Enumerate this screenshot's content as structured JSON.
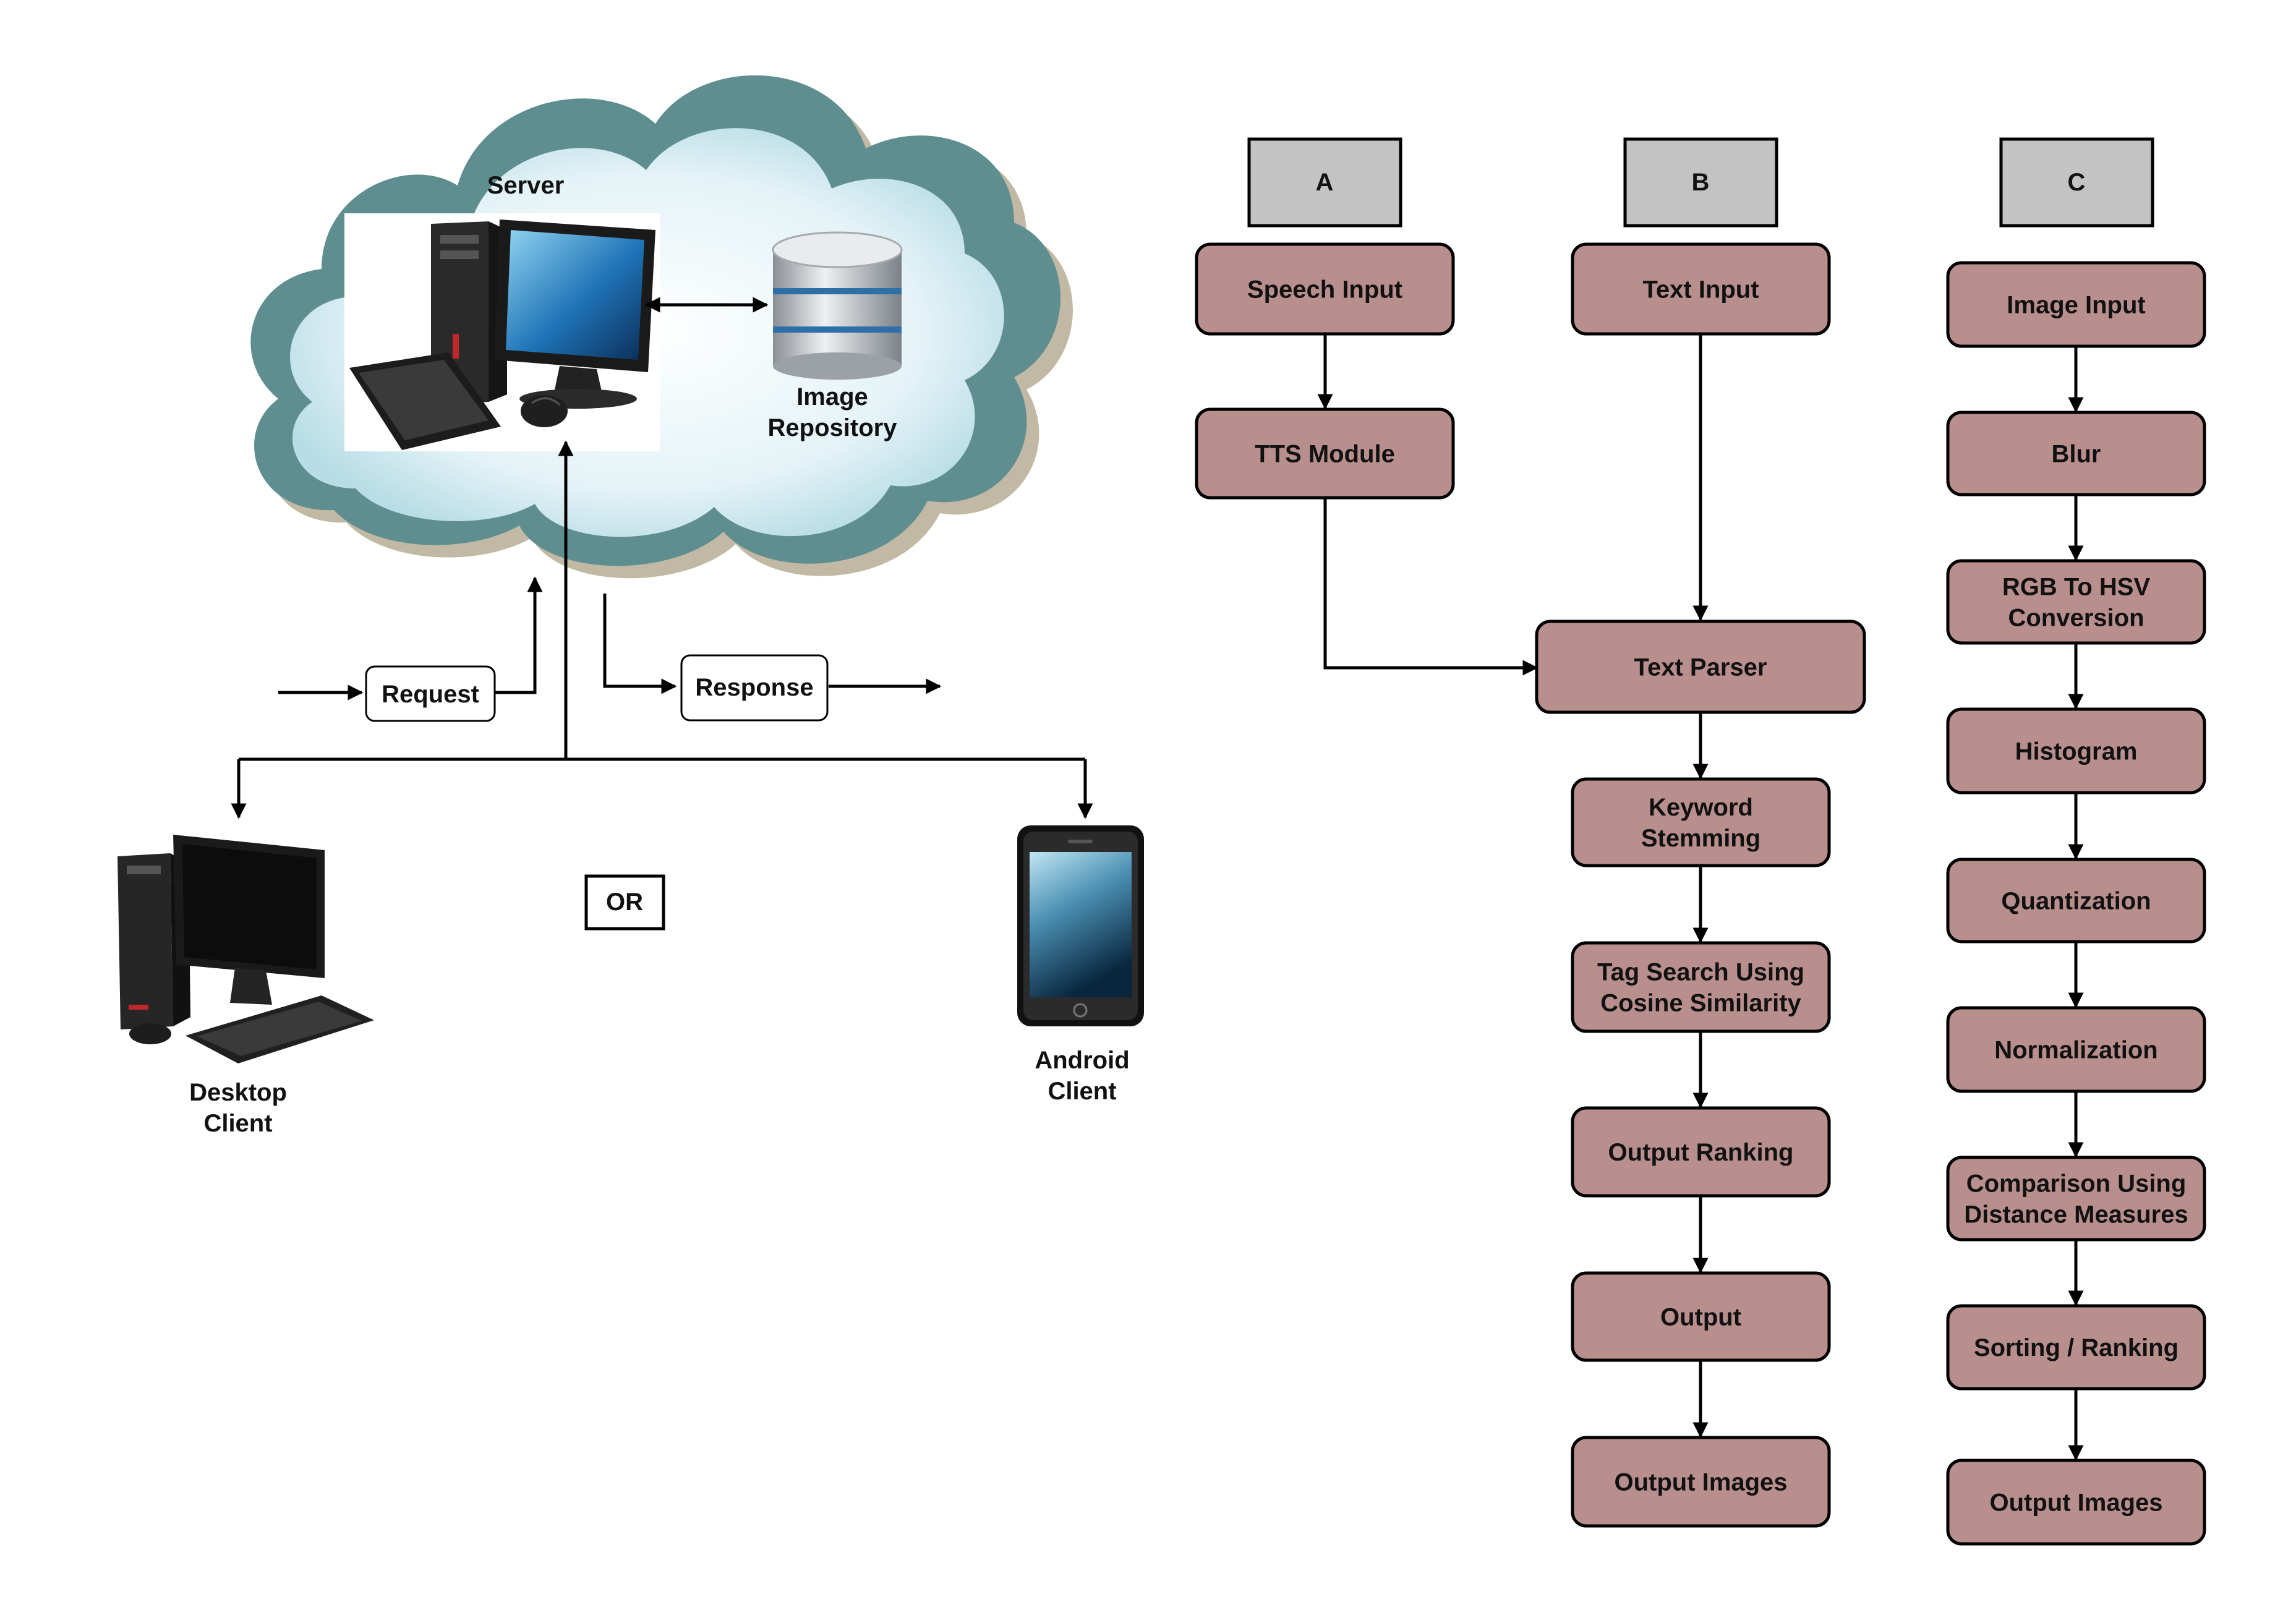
{
  "colors": {
    "process_box_fill": "#b98f8d",
    "header_box_fill": "#c3c3c3",
    "cloud_outer": "#5d8c8e",
    "cloud_inner": "#dbeef3",
    "line": "#000000"
  },
  "icons": {
    "server_computer": "desktop-computer-icon",
    "repository": "database-icon",
    "desktop_client": "desktop-computer-icon",
    "android_client": "smartphone-icon"
  },
  "left": {
    "server_label": "Server",
    "repository_label_lines": [
      "Image",
      "Repository"
    ],
    "request_label": "Request",
    "response_label": "Response",
    "or_label": "OR",
    "desktop_client_lines": [
      "Desktop",
      "Client"
    ],
    "android_client_lines": [
      "Android",
      "Client"
    ]
  },
  "columns": {
    "a": {
      "header": "A",
      "steps": [
        {
          "lines": [
            "Speech Input"
          ]
        },
        {
          "lines": [
            "TTS Module"
          ]
        }
      ]
    },
    "b": {
      "header": "B",
      "steps": [
        {
          "lines": [
            "Text Input"
          ]
        },
        {
          "lines": [
            "Text Parser"
          ]
        },
        {
          "lines": [
            "Keyword",
            "Stemming"
          ]
        },
        {
          "lines": [
            "Tag Search Using",
            "Cosine Similarity"
          ]
        },
        {
          "lines": [
            "Output Ranking"
          ]
        },
        {
          "lines": [
            "Output"
          ]
        },
        {
          "lines": [
            "Output Images"
          ]
        }
      ]
    },
    "c": {
      "header": "C",
      "steps": [
        {
          "lines": [
            "Image Input"
          ]
        },
        {
          "lines": [
            "Blur"
          ]
        },
        {
          "lines": [
            "RGB To HSV",
            "Conversion"
          ]
        },
        {
          "lines": [
            "Histogram"
          ]
        },
        {
          "lines": [
            "Quantization"
          ]
        },
        {
          "lines": [
            "Normalization"
          ]
        },
        {
          "lines": [
            "Comparison Using",
            "Distance Measures"
          ]
        },
        {
          "lines": [
            "Sorting / Ranking"
          ]
        },
        {
          "lines": [
            "Output Images"
          ]
        }
      ]
    }
  }
}
